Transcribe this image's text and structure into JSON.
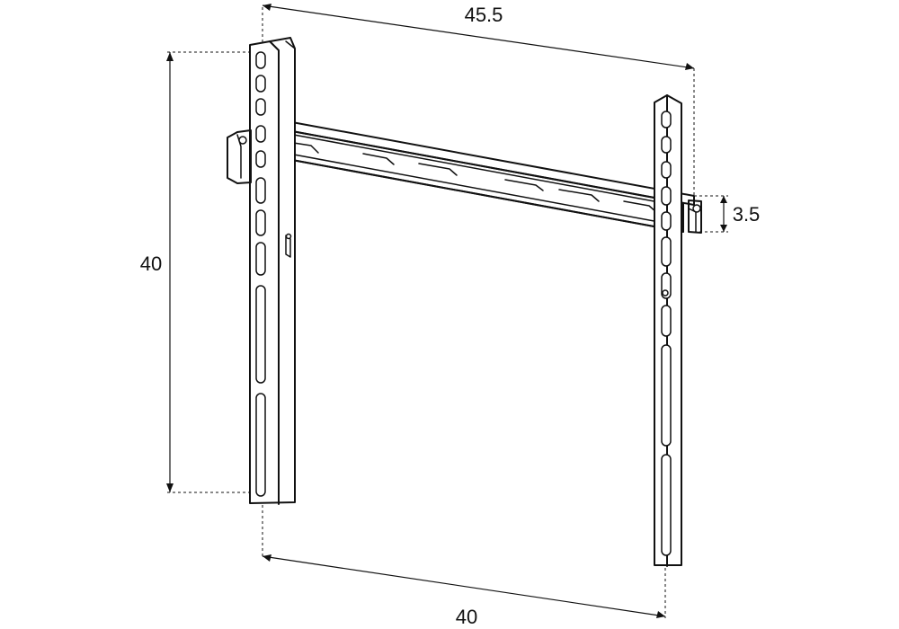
{
  "dimensions": {
    "top_width": "45.5",
    "left_height": "40",
    "depth": "3.5",
    "bottom_width": "40"
  },
  "colors": {
    "line": "#111111",
    "background": "#ffffff"
  }
}
